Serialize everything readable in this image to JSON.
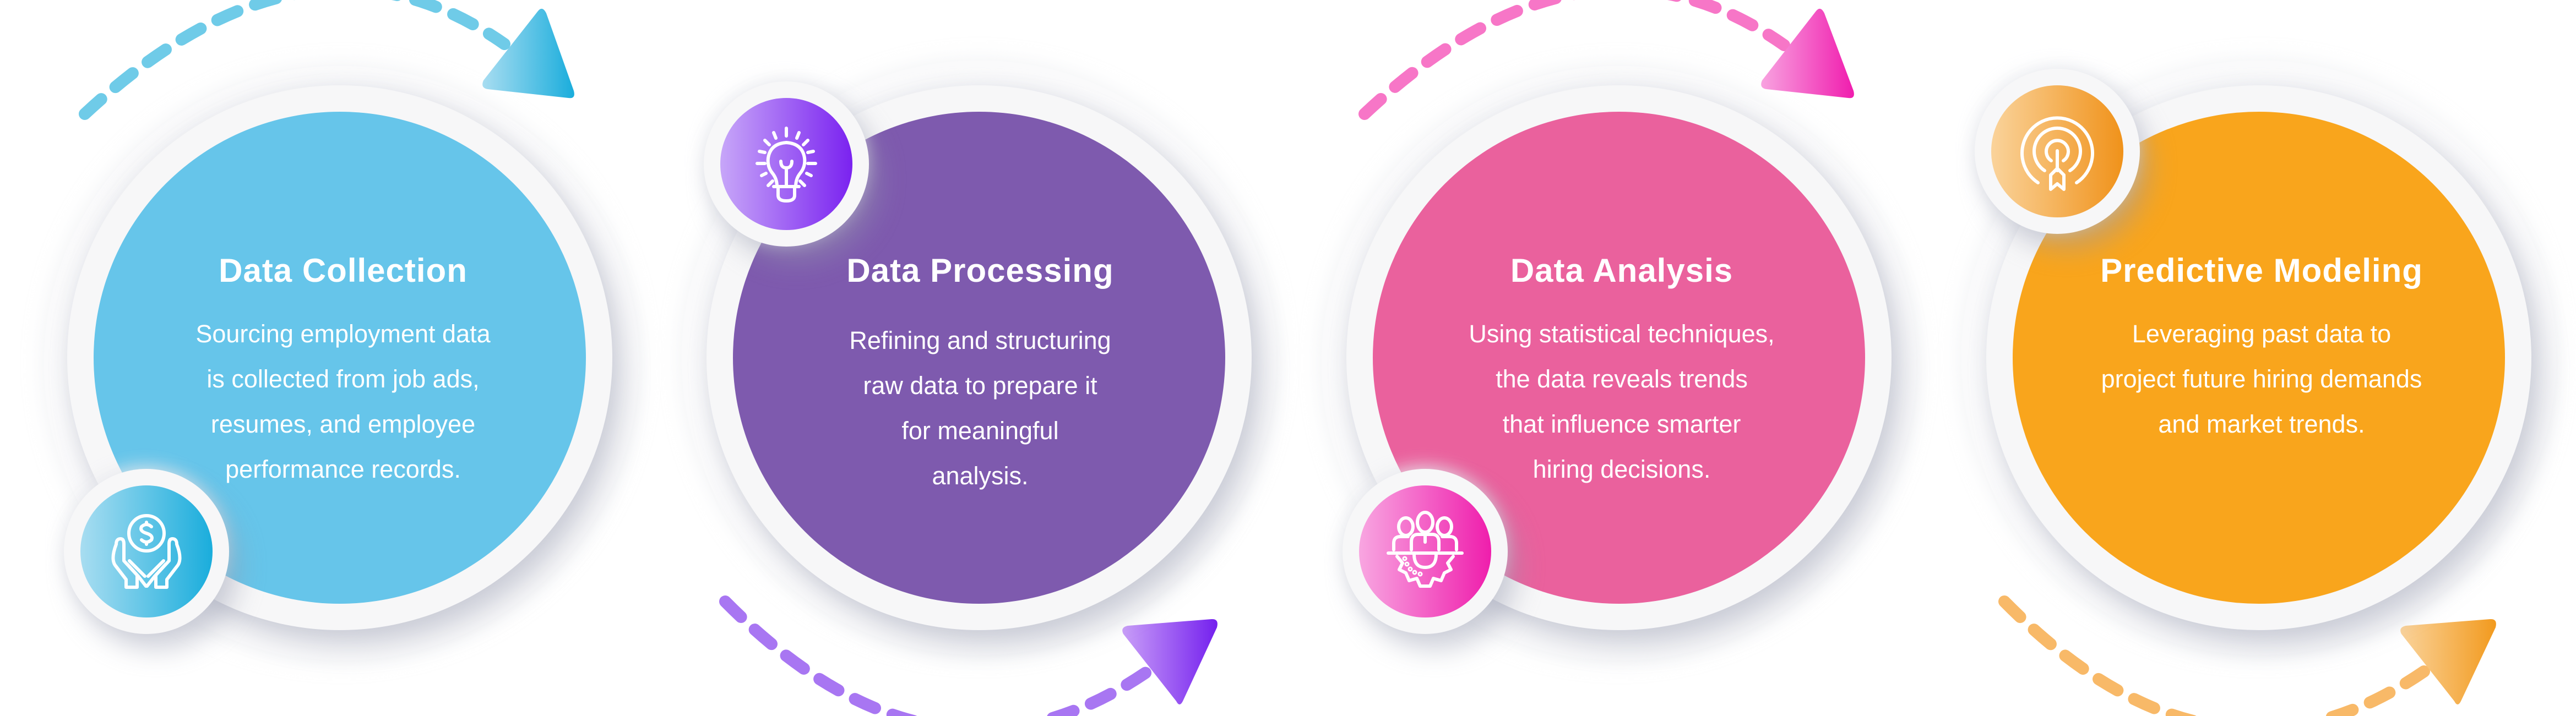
{
  "diagram": {
    "type": "process-flow",
    "layout": "horizontal-4-steps",
    "steps": [
      {
        "id": 1,
        "title": "Data Collection",
        "body": "Sourcing employment data\nis collected from job ads,\nresumes, and employee\nperformance records.",
        "icon": "hands-holding-dollar-coin-icon",
        "icon_position": "bottom-left",
        "color": "#66C5EA",
        "icon_gradient": [
          "#A8DDF1",
          "#1AADDC"
        ],
        "connector": {
          "position": "top",
          "direction": "left-to-right",
          "color": "#6FCBE8",
          "arrow_gradient": [
            "#A8DDF1",
            "#1AADDC"
          ]
        }
      },
      {
        "id": 2,
        "title": "Data Processing",
        "body": "Refining and structuring\nraw data to prepare it\nfor meaningful\nanalysis.",
        "icon": "lightbulb-icon",
        "icon_position": "top-left",
        "color": "#7E5AAE",
        "icon_gradient": [
          "#C7A6F8",
          "#7A22F0"
        ],
        "connector": {
          "position": "bottom",
          "direction": "left-to-right",
          "color": "#A876F2",
          "arrow_gradient": [
            "#C99EF8",
            "#7420EE"
          ]
        }
      },
      {
        "id": 3,
        "title": "Data Analysis",
        "body": "Using statistical techniques,\nthe data reveals trends\nthat influence smarter\nhiring decisions.",
        "icon": "team-gear-icon",
        "icon_position": "bottom-left",
        "color": "#EA619D",
        "icon_gradient": [
          "#F8A6E1",
          "#EF1EAC"
        ],
        "connector": {
          "position": "top",
          "direction": "left-to-right",
          "color": "#F776C7",
          "arrow_gradient": [
            "#F8A3E0",
            "#F01DAE"
          ]
        }
      },
      {
        "id": 4,
        "title": "Predictive Modeling",
        "body": "Leveraging past data to\nproject future hiring demands\nand market trends.",
        "icon": "target-arrow-icon",
        "icon_position": "top-left",
        "color": "#F9A51C",
        "icon_gradient": [
          "#FAD39B",
          "#F0921A"
        ],
        "connector": {
          "position": "bottom",
          "direction": "left-to-right",
          "color": "#F8B968",
          "arrow_gradient": [
            "#FAD39B",
            "#F29A1E"
          ]
        }
      }
    ],
    "ring_color": "#F7F7F8",
    "background": "#FFFFFF"
  }
}
